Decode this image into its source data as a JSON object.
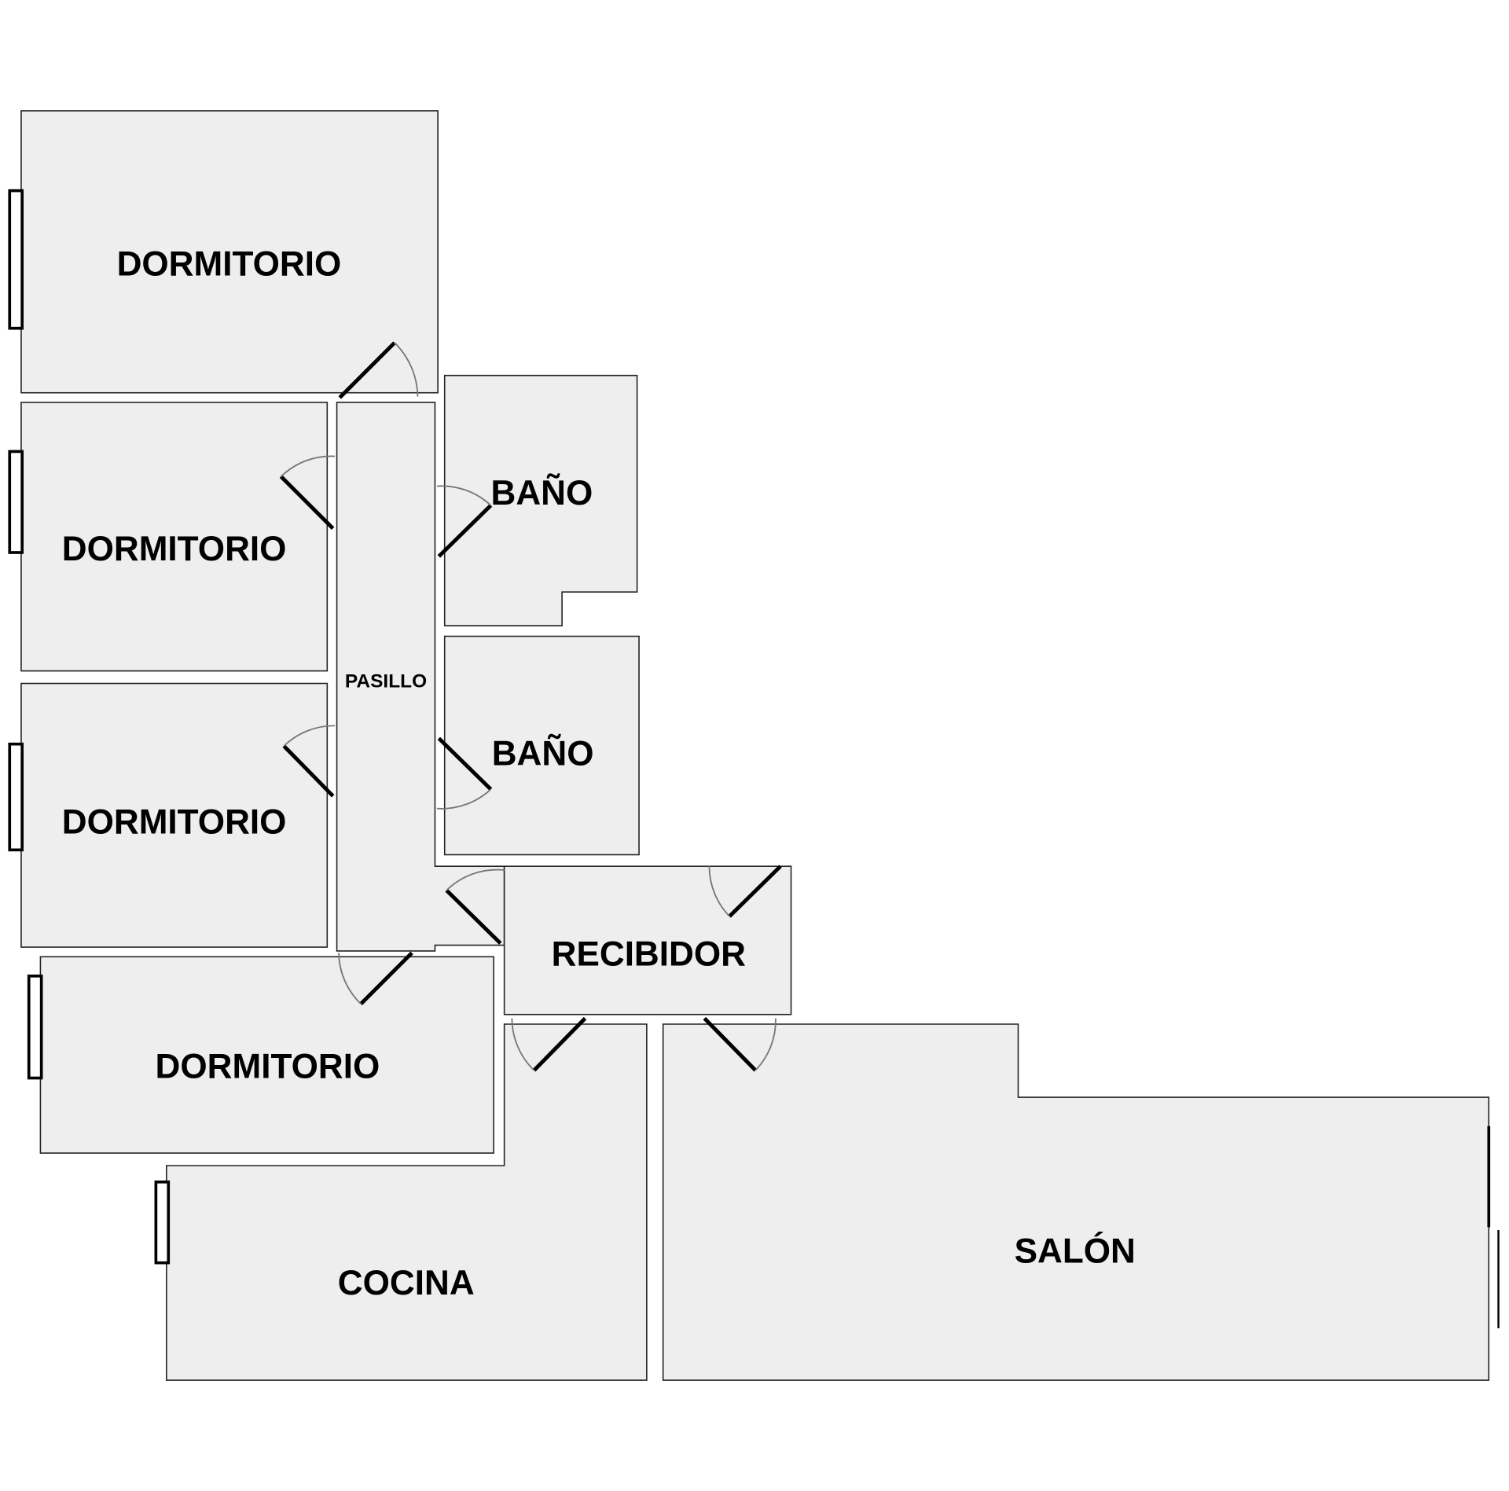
{
  "floorplan": {
    "rooms": [
      {
        "id": "dormitorio-1",
        "label": "DORMITORIO"
      },
      {
        "id": "dormitorio-2",
        "label": "DORMITORIO"
      },
      {
        "id": "dormitorio-3",
        "label": "DORMITORIO"
      },
      {
        "id": "dormitorio-4",
        "label": "DORMITORIO"
      },
      {
        "id": "pasillo",
        "label": "PASILLO"
      },
      {
        "id": "bano-1",
        "label": "BAÑO"
      },
      {
        "id": "bano-2",
        "label": "BAÑO"
      },
      {
        "id": "recibidor",
        "label": "RECIBIDOR"
      },
      {
        "id": "cocina",
        "label": "COCINA"
      },
      {
        "id": "salon",
        "label": "SALÓN"
      }
    ],
    "colors": {
      "room_fill": "#eeeeee",
      "wall": "#222222"
    }
  }
}
